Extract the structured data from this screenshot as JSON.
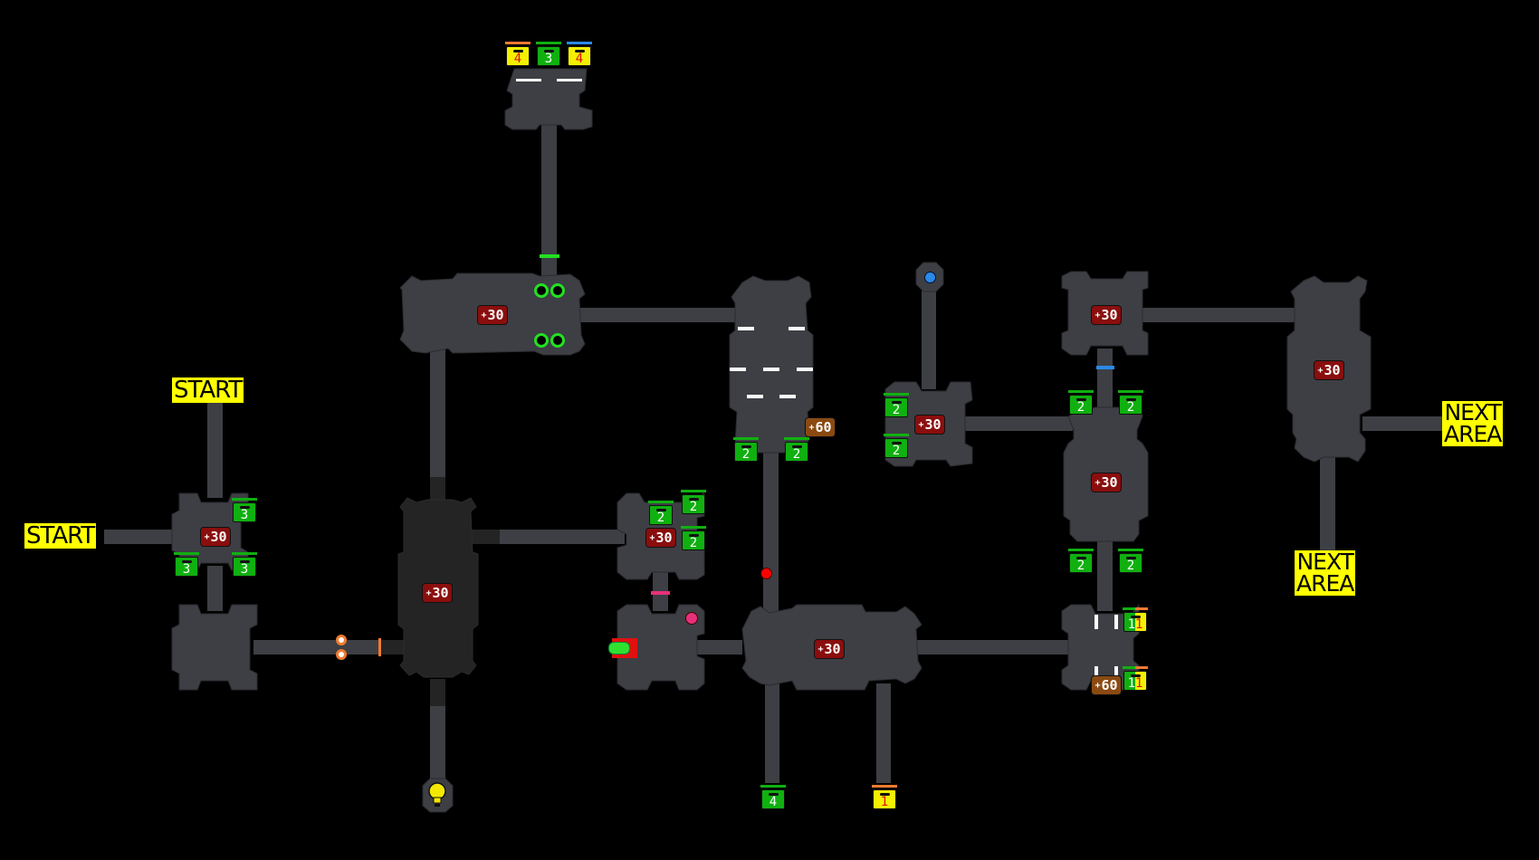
{
  "map": {
    "title": "Dungeon area map",
    "colors": {
      "background": "#000000",
      "floor": "#3d3f44",
      "dark_floor": "#242424",
      "label_bg": "#ffff00",
      "orb_red": "#8a0e0e",
      "orb_brown": "#8a4a12",
      "chest_green": "#10b010",
      "chest_yellow": "#f4f000"
    }
  },
  "labels": {
    "start_top": "START",
    "start_left": "START",
    "next_area_right_line1": "NEXT",
    "next_area_right_line2": "AREA",
    "next_area_bottom_line1": "NEXT",
    "next_area_bottom_line2": "AREA"
  },
  "orbs": [
    {
      "id": "start-room",
      "value": "30",
      "kind": "red"
    },
    {
      "id": "dark-room",
      "value": "30",
      "kind": "red"
    },
    {
      "id": "upper-left-room",
      "value": "30",
      "kind": "red"
    },
    {
      "id": "small-room",
      "value": "30",
      "kind": "red"
    },
    {
      "id": "tall-room",
      "value": "60",
      "kind": "brown"
    },
    {
      "id": "big-room",
      "value": "30",
      "kind": "red"
    },
    {
      "id": "blue-orb-room",
      "value": "30",
      "kind": "red"
    },
    {
      "id": "top-right-room",
      "value": "30",
      "kind": "red"
    },
    {
      "id": "right-long-room",
      "value": "30",
      "kind": "red"
    },
    {
      "id": "gate-room",
      "value": "60",
      "kind": "brown"
    },
    {
      "id": "far-right-room",
      "value": "30",
      "kind": "red"
    }
  ],
  "orb_prefix": "+",
  "chests": [
    {
      "id": "top-1",
      "value": "4",
      "color": "yellow",
      "bar": "orange"
    },
    {
      "id": "top-2",
      "value": "3",
      "color": "green",
      "bar": "green"
    },
    {
      "id": "top-3",
      "value": "4",
      "color": "yellow",
      "bar": "blue"
    },
    {
      "id": "start-1",
      "value": "3",
      "color": "green",
      "bar": "green"
    },
    {
      "id": "start-2",
      "value": "3",
      "color": "green",
      "bar": "green"
    },
    {
      "id": "start-3",
      "value": "3",
      "color": "green",
      "bar": "green"
    },
    {
      "id": "small-1",
      "value": "2",
      "color": "green",
      "bar": "green"
    },
    {
      "id": "small-2",
      "value": "2",
      "color": "green",
      "bar": "green"
    },
    {
      "id": "small-3",
      "value": "2",
      "color": "green",
      "bar": "green"
    },
    {
      "id": "tall-1",
      "value": "2",
      "color": "green",
      "bar": "green"
    },
    {
      "id": "tall-2",
      "value": "2",
      "color": "green",
      "bar": "green"
    },
    {
      "id": "bottom-1",
      "value": "4",
      "color": "green",
      "bar": "green"
    },
    {
      "id": "bottom-2",
      "value": "1",
      "color": "yellow",
      "bar": "orange"
    },
    {
      "id": "blue-room-1",
      "value": "2",
      "color": "green",
      "bar": "green"
    },
    {
      "id": "blue-room-2",
      "value": "2",
      "color": "green",
      "bar": "green"
    },
    {
      "id": "right-1",
      "value": "2",
      "color": "green",
      "bar": "green"
    },
    {
      "id": "right-2",
      "value": "2",
      "color": "green",
      "bar": "green"
    },
    {
      "id": "right-3",
      "value": "2",
      "color": "green",
      "bar": "green"
    },
    {
      "id": "right-4",
      "value": "2",
      "color": "green",
      "bar": "green"
    },
    {
      "id": "gate-1",
      "value_left": "1",
      "value_right": "1",
      "color": "split"
    },
    {
      "id": "gate-2",
      "value_left": "1",
      "value_right": "1",
      "color": "split"
    }
  ],
  "markers": {
    "lightbulb": "lightbulb-icon",
    "red_dot": "red-switch",
    "pink_dot": "pink-switch",
    "blue_dot": "blue-switch",
    "green_rings": "green-ring-switches",
    "orange_rings": "orange-ring-switches",
    "save_point": "save-point-icon"
  }
}
